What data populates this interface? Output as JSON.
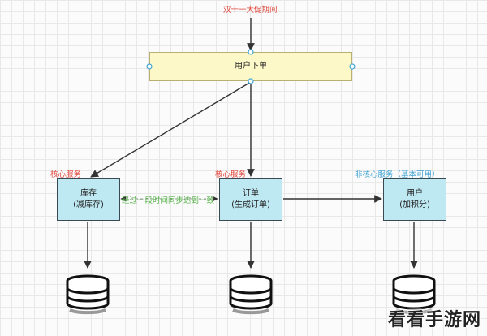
{
  "diagram": {
    "top_label": "双十一大促期间",
    "user_order": "用户下单",
    "inventory": {
      "tag": "核心服务",
      "line1": "库存",
      "line2": "(减库存)"
    },
    "order": {
      "tag": "核心服务",
      "line1": "订单",
      "line2": "(生成订单)"
    },
    "user": {
      "tag": "非核心服务（基本可用）",
      "line1": "用户",
      "line2": "(加积分)"
    },
    "sync_note": "经过一段时间同步达到一致"
  },
  "icons": [
    "database-icon",
    "database-icon",
    "database-icon"
  ],
  "colors": {
    "accent_red": "#e0453a",
    "accent_blue": "#3fa3d3",
    "accent_green": "#56b448",
    "top_box_fill": "#fdf8c8",
    "service_box_fill": "#bfe9f2"
  },
  "watermark": "看看手游网"
}
